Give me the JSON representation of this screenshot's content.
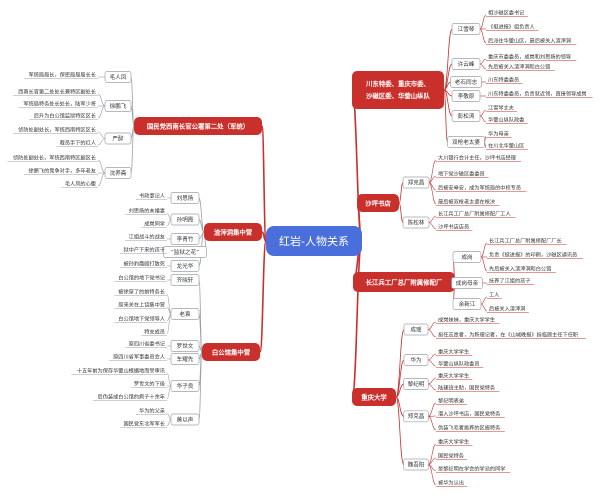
{
  "root": {
    "label": "红岩-人物关系",
    "color": "#4a6fdc"
  },
  "colors": {
    "branch": "#c9302c",
    "line_right": "#c9302c",
    "line_left": "#9aa0a6",
    "node_border": "#9aa3ad",
    "text": "#333333"
  },
  "branches": [
    {
      "id": "r1",
      "side": "right",
      "label": "川东特委、重庆市委、沙磁区委、华蓥山纵队",
      "children": [
        {
          "label": "江雪琴",
          "children": [
            "相沙磁区委书记",
            "《挺进报》组负责人",
            "后派往华蓥山区，最后被关入渣滓洞"
          ]
        },
        {
          "label": "许云峰",
          "children": [
            "重庆市委委员，成岗和刘思扬的领导",
            "先后被关入渣滓洞和白公馆"
          ]
        },
        {
          "label": "老石同志",
          "children": [
            "川东特委委员"
          ]
        },
        {
          "label": "李敬原",
          "children": [
            "川东特委委员，负责就近领，直接领导成岗"
          ]
        },
        {
          "label": "彭松涛",
          "children": [
            "江雪琴丈夫",
            "华蓥山纵队政委"
          ]
        },
        {
          "label": "双枪老太婆",
          "children": [
            "华为母亲",
            "在川北华蓥山区"
          ]
        }
      ]
    },
    {
      "id": "r2",
      "side": "right",
      "label": "沙坪书店",
      "children": [
        {
          "label": "郑克昌",
          "children": [
            "大川银行会计主任，沙坪书店经理",
            "地下党沙磁区委委员",
            "后被安皋安，成为军统局的中校专员",
            "最后被双枪老太婆在枪决"
          ]
        },
        {
          "label": "陈松林",
          "children": [
            "长江兵工厂总厂附属修配厂工人",
            "沙坪书店店员"
          ]
        }
      ]
    },
    {
      "id": "r3",
      "side": "right",
      "label": "长江兵工厂总厂附属修配厂",
      "children": [
        {
          "label": "成岗",
          "children": [
            "长江兵工厂总厂附属修配厂厂长",
            "负责《挺进报》的印刷，沙磁区通讯员",
            "先后被关入渣滓洞和白公馆"
          ]
        },
        {
          "label": "成岗母亲",
          "children": [
            "抚养了江姐的孩子"
          ]
        },
        {
          "label": "余新江",
          "children": [
            "工人",
            "后被关入渣滓洞"
          ]
        }
      ]
    },
    {
      "id": "r4",
      "side": "right",
      "label": "重庆大学",
      "children": [
        {
          "label": "成瑶",
          "children": [
            "成岗妹妹，重庆大学学生",
            "担任志愿者，为新理记者，在《山城晚报》担临顾主任下任职"
          ]
        },
        {
          "label": "华为",
          "children": [
            "重庆大学学生",
            "华蓥山纵队政委员"
          ]
        },
        {
          "label": "黎纪明",
          "children": [
            "重庆大学学生",
            "陆建班主助，国民党特务"
          ]
        },
        {
          "label": "郑克昌",
          "children": [
            "黎纪明表弟",
            "潜入沙坪书店，国民党特务",
            "伪装飞毛者挑养的区施特务"
          ]
        },
        {
          "label": "魏吾阳",
          "children": [
            "重庆大学学生",
            "国民党特务",
            "是黎纪明在学会的学派的同学",
            "被华为认出"
          ]
        }
      ]
    },
    {
      "id": "l1",
      "side": "left",
      "label": "国民党西南长官公署第二处（军统）",
      "children": [
        {
          "label": "毛人凤",
          "children": [
            "军统局局长，保密局局局长长"
          ]
        },
        {
          "label": "徐鹏飞",
          "children": [
            "西南长官第二处处长兼特区副处长",
            "军统局特务处长处长，陆军少将",
            "后升为白公馆监狱特区区长"
          ]
        },
        {
          "label": "严醉",
          "children": [
            "侦防处副处长，军统西南特区区长",
            "裁员手下的红人"
          ]
        },
        {
          "label": "沈养斋",
          "children": [
            "侦防处副处长，军统西南特区副区长",
            "徐鹏飞的竞争对手，多年老友",
            "毛人凤的心腹"
          ]
        }
      ]
    },
    {
      "id": "l2",
      "side": "left",
      "label": "渣滓洞集中营",
      "children": [
        {
          "label": "刘思扬",
          "children": [
            "书政事记人"
          ]
        },
        {
          "label": "孙明霞",
          "children": [
            "刘思扬的未婚妻",
            "成岗同学"
          ]
        },
        {
          "label": "李青竹",
          "children": [
            "江姐战斗的战友"
          ]
        },
        {
          "label": "“监狱之花”",
          "children": [
            "狱中产下来的孩子"
          ]
        },
        {
          "label": "龙光华",
          "children": [
            "被孙豹霞殴打致死"
          ]
        }
      ]
    },
    {
      "id": "l3",
      "side": "left",
      "label": "白公馆集中营",
      "children": [
        {
          "label": "齐晓轩",
          "children": [
            "白公馆的地下党书记"
          ]
        },
        {
          "label": "老袁",
          "children": [
            "被徐穿了的前特务长",
            "原来关在上饶集中营",
            "白公馆地下党领导人",
            "特支成员"
          ]
        },
        {
          "label": "罗世文",
          "children": [
            "原四川省委书记"
          ]
        },
        {
          "label": "车耀先",
          "children": [
            "原四川省军事委员会人"
          ]
        },
        {
          "label": "华子良",
          "children": [
            "十五年前为保存华蓥山根据地而受审讯",
            "罗世文的下级",
            "后伪装成白公馆的疯子十余年"
          ]
        },
        {
          "label": "黄以声",
          "children": [
            "华为的父亲",
            "国民党东北军军长"
          ]
        }
      ]
    }
  ]
}
